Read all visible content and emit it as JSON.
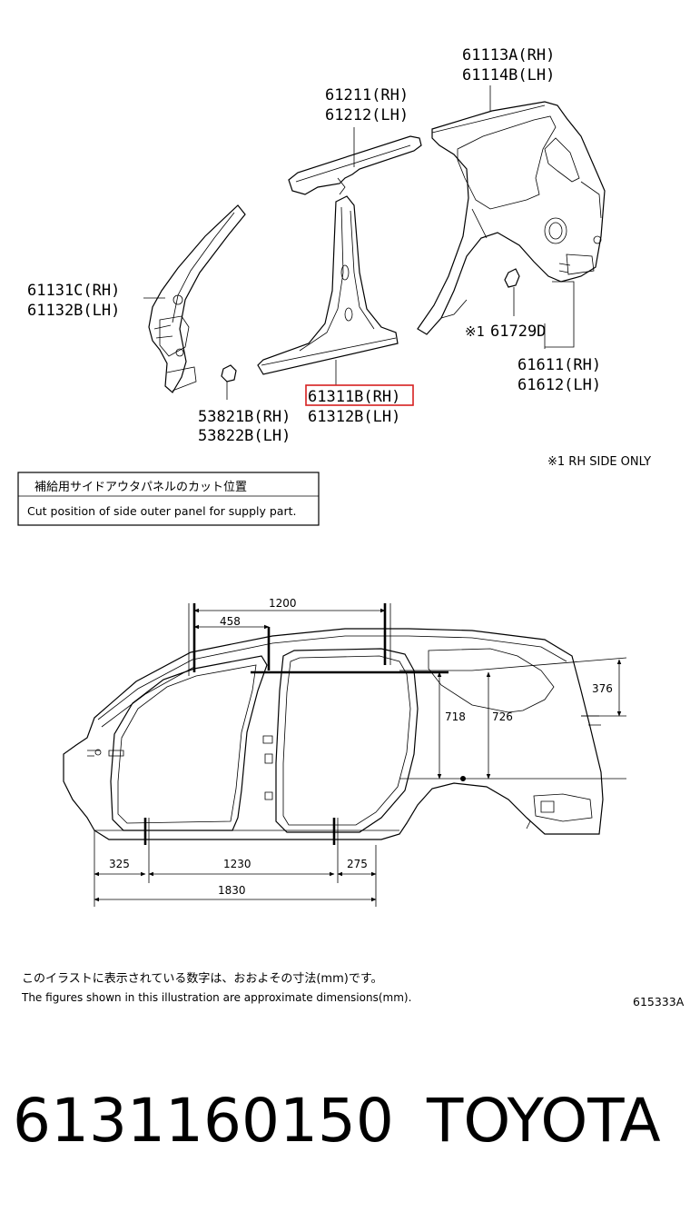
{
  "parts": {
    "roof_side_rh": "61113A(RH)",
    "roof_side_lh": "61114B(LH)",
    "roof_rail_rh": "61211(RH)",
    "roof_rail_lh": "61212(LH)",
    "front_pillar_rh": "61131C(RH)",
    "front_pillar_lh": "61132B(LH)",
    "bracket_note_num": "※1",
    "bracket_part": "61729D",
    "quarter_rh": "61611(RH)",
    "quarter_lh": "61612(LH)",
    "rocker_rh": "61311B(RH)",
    "rocker_lh": "61312B(LH)",
    "clip_rh": "53821B(RH)",
    "clip_lh": "53822B(LH)",
    "note_rh_only": "※1 RH SIDE ONLY"
  },
  "cut_box": {
    "japanese": "補給用サイドアウタパネルのカット位置",
    "english": "Cut position of side outer panel for supply part."
  },
  "dimensions": {
    "d1200": "1200",
    "d458": "458",
    "d376": "376",
    "d718": "718",
    "d726": "726",
    "d325": "325",
    "d1230": "1230",
    "d275": "275",
    "d1830": "1830"
  },
  "footer": {
    "japanese": "このイラストに表示されている数字は、おおよその寸法(mm)です。",
    "english": "The figures shown in this illustration are approximate dimensions(mm).",
    "ref": "615333A"
  },
  "caption": {
    "part_number": "6131160150",
    "brand": "TOYOTA"
  },
  "colors": {
    "highlight": "#d62020"
  }
}
